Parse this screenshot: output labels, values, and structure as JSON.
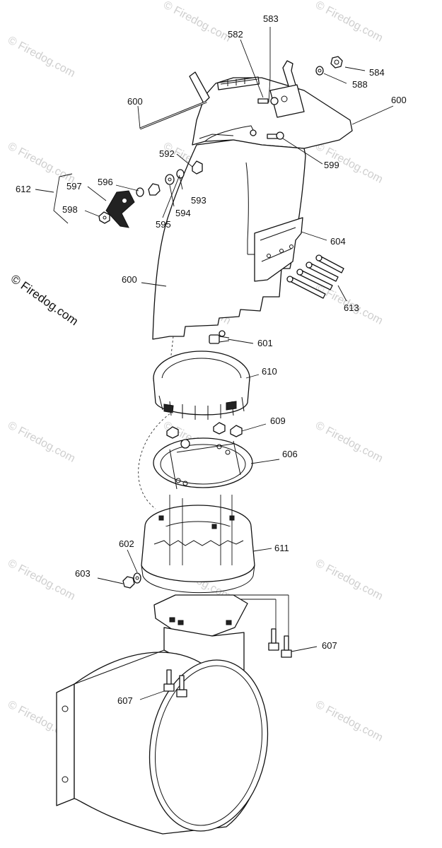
{
  "copyright": "© Firedog.com",
  "watermark": "© Firedog.com",
  "parts": [
    {
      "key": "p583",
      "label": "583"
    },
    {
      "key": "p582",
      "label": "582"
    },
    {
      "key": "p584",
      "label": "584"
    },
    {
      "key": "p588",
      "label": "588"
    },
    {
      "key": "p600a",
      "label": "600"
    },
    {
      "key": "p600b",
      "label": "600"
    },
    {
      "key": "p592",
      "label": "592"
    },
    {
      "key": "p599",
      "label": "599"
    },
    {
      "key": "p612",
      "label": "612"
    },
    {
      "key": "p597",
      "label": "597"
    },
    {
      "key": "p596",
      "label": "596"
    },
    {
      "key": "p593",
      "label": "593"
    },
    {
      "key": "p594",
      "label": "594"
    },
    {
      "key": "p598",
      "label": "598"
    },
    {
      "key": "p595",
      "label": "595"
    },
    {
      "key": "p604",
      "label": "604"
    },
    {
      "key": "p600c",
      "label": "600"
    },
    {
      "key": "p613",
      "label": "613"
    },
    {
      "key": "p601",
      "label": "601"
    },
    {
      "key": "p610",
      "label": "610"
    },
    {
      "key": "p609",
      "label": "609"
    },
    {
      "key": "p606",
      "label": "606"
    },
    {
      "key": "p602",
      "label": "602"
    },
    {
      "key": "p611",
      "label": "611"
    },
    {
      "key": "p603",
      "label": "603"
    },
    {
      "key": "p607a",
      "label": "607"
    },
    {
      "key": "p607b",
      "label": "607"
    }
  ]
}
